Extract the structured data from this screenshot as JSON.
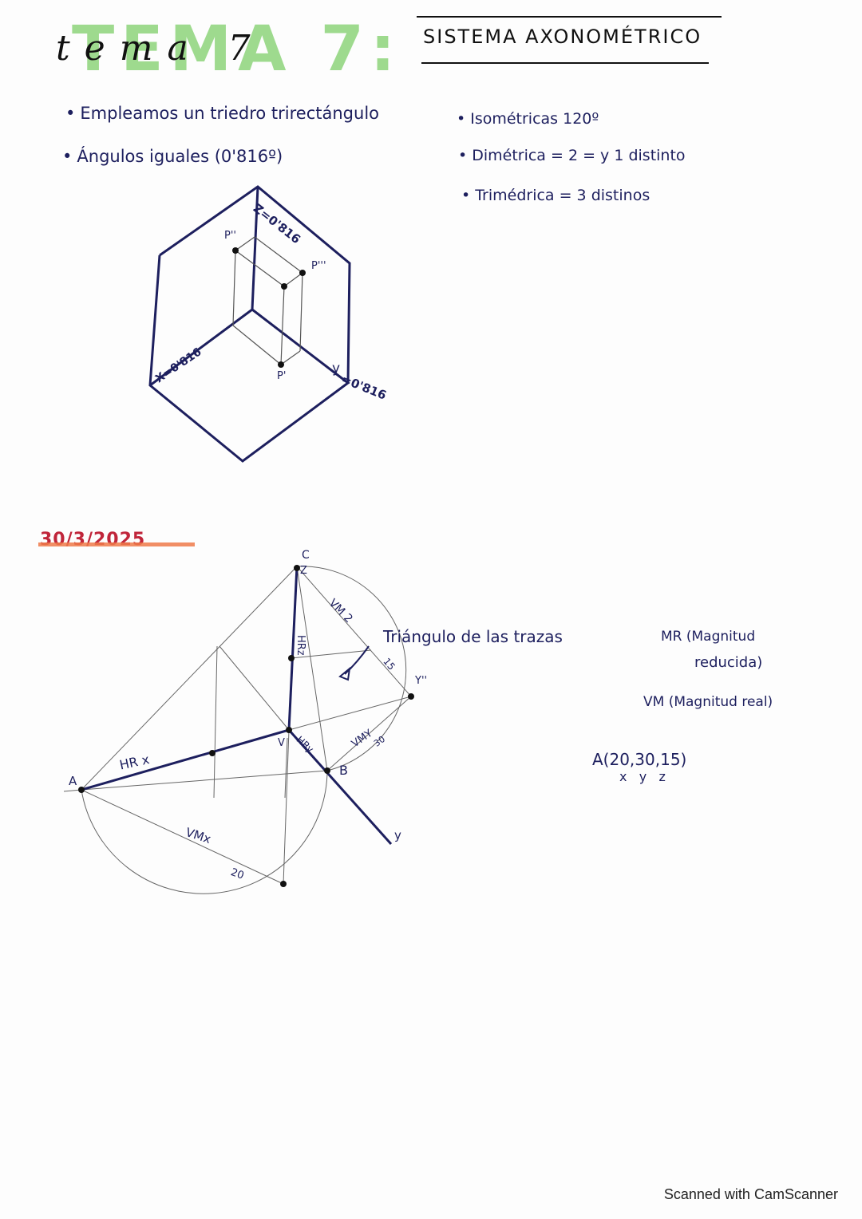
{
  "header": {
    "topic_label": "TEMA 7:",
    "topic_script": "tema 7",
    "subject_title": "SISTEMA AXONOMÉTRICO"
  },
  "notes_left": {
    "items": [
      "Empleamos un triedro trirectángulo",
      "Ángulos iguales (0'816º)"
    ]
  },
  "notes_right": {
    "items": [
      "Isométricas 120º",
      "Dimétrica = 2 = y 1 distinto",
      "Trimédrica = 3 distinos"
    ]
  },
  "cube_diagram": {
    "axis_z_label": "Z=0'816",
    "axis_x_label": "X=0'816",
    "axis_y_label": "y",
    "axis_y_value": "=0'816",
    "point_p2": "P''",
    "point_p3": "P'''",
    "point_p1": "P'"
  },
  "date": "30/3/2025",
  "trace_diagram": {
    "vertex_c": "C",
    "vertex_a": "A",
    "vertex_b": "B",
    "vertex_v": "V",
    "axis_z": "Z",
    "axis_y": "y",
    "point_y2": "Y''",
    "label_vm2": "VM 2",
    "label_15": "15",
    "label_hrz": "HRz",
    "label_hrx": "HR x",
    "label_hry": "HRy",
    "label_vmy": "VMY",
    "label_30": "30",
    "label_vmx": "VMx",
    "label_20": "20"
  },
  "annotations": {
    "triangle_title": "Triángulo de las trazas",
    "hr_line1": "MR (Magnitud",
    "hr_line2": "reducida)",
    "vm_line": "VM (Magnitud real)",
    "point_a": "A(20,30,15)",
    "axes_under": "x   y   z"
  },
  "footer": {
    "watermark": "Scanned with CamScanner"
  },
  "colors": {
    "ink": "#1d1f5e",
    "highlight_green": "#7fcf6a",
    "date_red": "#c0253a",
    "strike_orange": "#ef7a4a"
  }
}
